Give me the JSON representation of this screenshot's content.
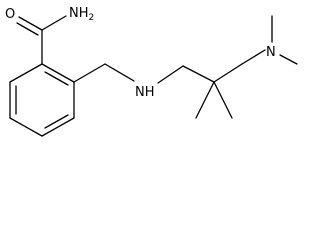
{
  "molecule": {
    "atoms": {
      "carbonyl_oxygen": "O",
      "amide_nitrogen": "NH2",
      "amine_nh": "NH",
      "dimethylamino_n": "N"
    }
  }
}
